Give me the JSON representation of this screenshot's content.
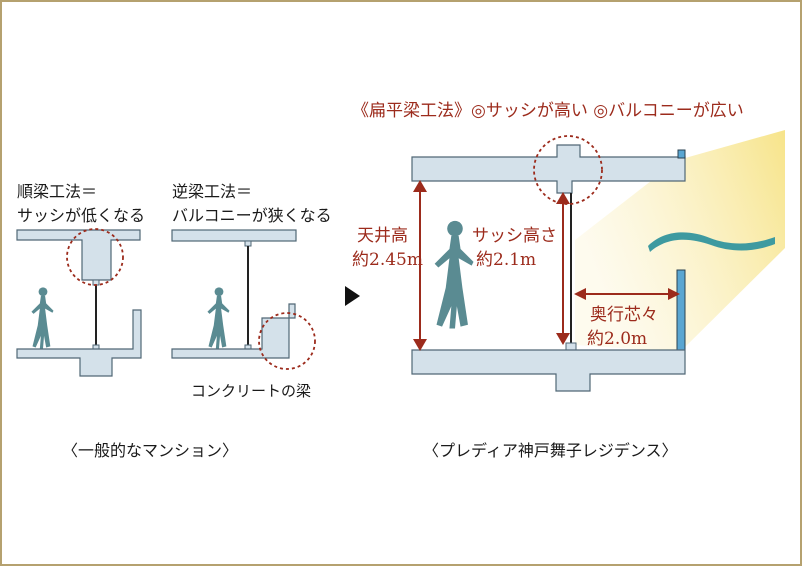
{
  "colors": {
    "frame": "#b5a16f",
    "structure_fill": "#d4e1ea",
    "structure_stroke": "#506776",
    "figure": "#5a8b92",
    "accent_red": "#9c2b1c",
    "window_blue": "#5aa6d2",
    "light_yellow": "#f4e7a0",
    "wave_teal": "#3e9aa0"
  },
  "left": {
    "conventional": {
      "title_line1": "順梁工法＝",
      "title_line2": "サッシが低くなる"
    },
    "inverted": {
      "title_line1": "逆梁工法＝",
      "title_line2": "バルコニーが狭くなる"
    },
    "beam_label": "コンクリートの梁",
    "caption": "〈一般的なマンション〉"
  },
  "arrow_icon": "play-right-triangle",
  "right": {
    "heading": "《扁平梁工法》◎サッシが高い ◎バルコニーが広い",
    "ceiling_label_line1": "天井高",
    "ceiling_label_line2": "約2.45m",
    "sash_label_line1": "サッシ高さ",
    "sash_label_line2": "約2.1m",
    "depth_label_line1": "奥行芯々",
    "depth_label_line2": "約2.0m",
    "caption": "〈プレディア神戸舞子レジデンス〉"
  }
}
